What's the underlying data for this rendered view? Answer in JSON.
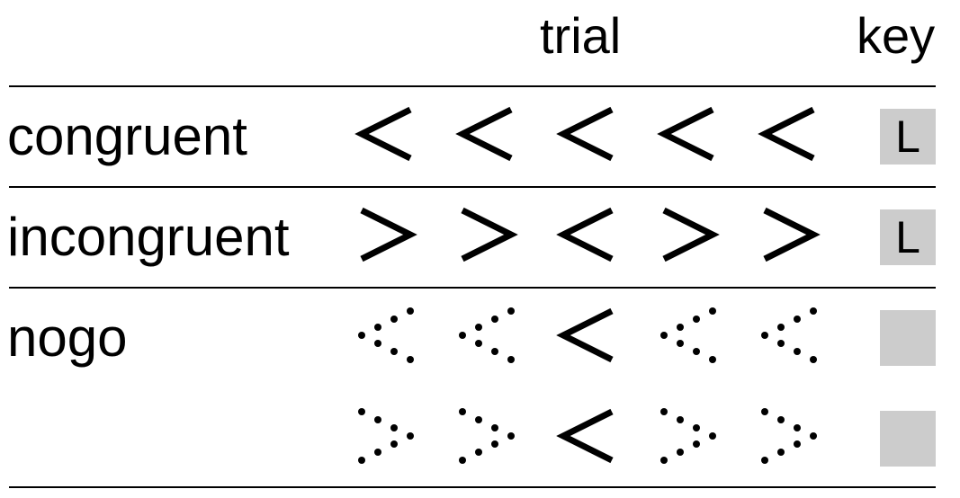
{
  "header": {
    "trial_label": "trial",
    "key_label": "key"
  },
  "rows": [
    {
      "label": "congruent",
      "stimuli": [
        {
          "direction": "left",
          "style": "solid"
        },
        {
          "direction": "left",
          "style": "solid"
        },
        {
          "direction": "left",
          "style": "solid"
        },
        {
          "direction": "left",
          "style": "solid"
        },
        {
          "direction": "left",
          "style": "solid"
        }
      ],
      "key": "L"
    },
    {
      "label": "incongruent",
      "stimuli": [
        {
          "direction": "right",
          "style": "solid"
        },
        {
          "direction": "right",
          "style": "solid"
        },
        {
          "direction": "left",
          "style": "solid"
        },
        {
          "direction": "right",
          "style": "solid"
        },
        {
          "direction": "right",
          "style": "solid"
        }
      ],
      "key": "L"
    },
    {
      "label": "nogo",
      "stimuli": [
        {
          "direction": "left",
          "style": "dotted"
        },
        {
          "direction": "left",
          "style": "dotted"
        },
        {
          "direction": "left",
          "style": "solid"
        },
        {
          "direction": "left",
          "style": "dotted"
        },
        {
          "direction": "left",
          "style": "dotted"
        }
      ],
      "key": ""
    },
    {
      "label": "",
      "stimuli": [
        {
          "direction": "right",
          "style": "dotted"
        },
        {
          "direction": "right",
          "style": "dotted"
        },
        {
          "direction": "left",
          "style": "solid"
        },
        {
          "direction": "right",
          "style": "dotted"
        },
        {
          "direction": "right",
          "style": "dotted"
        }
      ],
      "key": ""
    }
  ],
  "colors": {
    "ink": "#000000",
    "key_box": "#cccccc"
  }
}
